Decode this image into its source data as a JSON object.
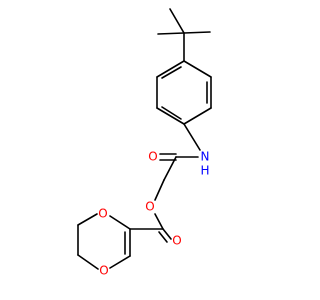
{
  "molecule": {
    "atoms": {
      "o_amide": "O",
      "n_amide": "N",
      "n_hydrogen": "H",
      "o_ester_link": "O",
      "o_carbonyl": "O",
      "o_ring_top": "O",
      "o_ring_bottom": "O"
    },
    "colors": {
      "bond": "#000000",
      "oxygen": "#ff0000",
      "nitrogen": "#0000ff"
    }
  }
}
